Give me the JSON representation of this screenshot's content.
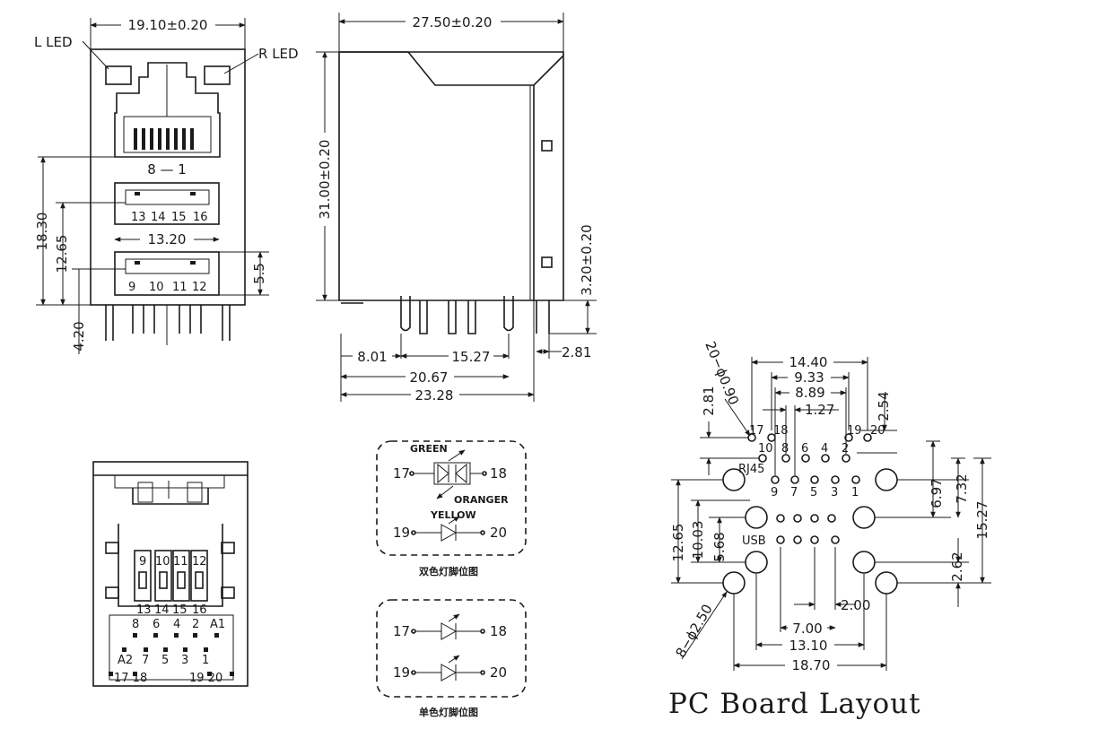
{
  "front_view": {
    "width_dim": "19.10±0.20",
    "l_led": "L LED",
    "r_led": "R LED",
    "rj45_pins": "8 — 1",
    "usb_top_pins": [
      "13",
      "14",
      "15",
      "16"
    ],
    "usb_bottom_pins": [
      "9",
      "10",
      "11",
      "12"
    ],
    "usb_width": "13.20",
    "dims": {
      "d18_30": "18.30",
      "d12_65": "12.65",
      "d4_20": "4.20",
      "d5_5": "5.5"
    }
  },
  "side_view": {
    "width_dim": "27.50±0.20",
    "height_dim": "31.00±0.20",
    "pin_height": "3.20±0.20",
    "dims": {
      "d8_01": "8.01",
      "d15_27": "15.27",
      "d2_81": "2.81",
      "d20_67": "20.67",
      "d23_28": "23.28"
    }
  },
  "bottom_view": {
    "usb_pins_top": [
      "9",
      "10",
      "11",
      "12"
    ],
    "usb_pins_bottom": [
      "13",
      "14",
      "15",
      "16"
    ],
    "rj_row1": [
      "8",
      "6",
      "4",
      "2",
      "A1"
    ],
    "rj_row2": [
      "A2",
      "7",
      "5",
      "3",
      "1"
    ],
    "led_left": "17 18",
    "led_right": "19 20"
  },
  "led_bicolor": {
    "green": "GREEN",
    "orange": "ORANGER",
    "yellow": "YELLOW",
    "p17": "17",
    "p18": "18",
    "p19": "19",
    "p20": "20",
    "caption": "双色灯脚位图"
  },
  "led_single": {
    "p17": "17",
    "p18": "18",
    "p19": "19",
    "p20": "20",
    "caption": "单色灯脚位图"
  },
  "pcb": {
    "title": "PC Board Layout",
    "rj45_label": "RJ45",
    "usb_label": "USB",
    "top_dims": {
      "d14_40": "14.40",
      "d9_33": "9.33",
      "d8_89": "8.89",
      "d1_27": "1.27",
      "d2_54": "2.54",
      "d2_81": "2.81",
      "hole_small": "20−ϕ0.90"
    },
    "pin_labels": {
      "p17": "17",
      "p18": "18",
      "p19": "19",
      "p20": "20",
      "p10": "10",
      "p8": "8",
      "p6": "6",
      "p4": "4",
      "p2": "2",
      "p9": "9",
      "p7": "7",
      "p5": "5",
      "p3": "3",
      "p1": "1"
    },
    "right_dims": {
      "d6_97": "6.97",
      "d7_32": "7.32",
      "d15_27": "15.27",
      "d2_62": "2.62"
    },
    "left_dims": {
      "d12_65": "12.65",
      "d10_03": "10.03",
      "d5_68": "5.68",
      "hole_large": "8−ϕ2.50"
    },
    "bottom_dims": {
      "d2_00": "2.00",
      "d7_00": "7.00",
      "d13_10": "13.10",
      "d18_70": "18.70"
    }
  }
}
